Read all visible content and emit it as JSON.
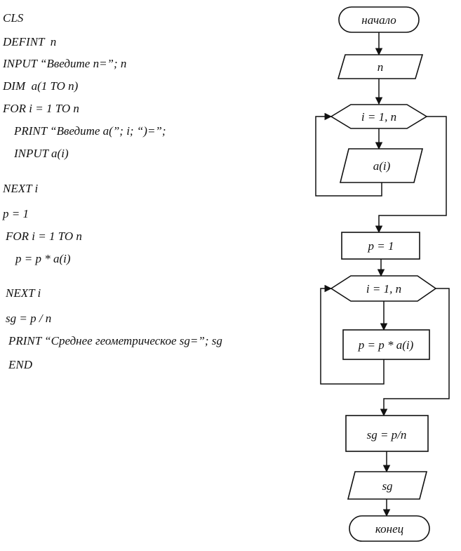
{
  "code_lines": [
    "CLS",
    "DEFINT  n",
    "INPUT “Введите n=”; n",
    "DIM  a(1 TO n)",
    "FOR i = 1 TO n",
    "PRINT “Введите a(”; i; “)=”;",
    "INPUT a(i)",
    "NEXT i",
    "p = 1",
    "FOR i = 1 TO n",
    "p = p * a(i)",
    "NEXT i",
    "sg = p / n",
    "PRINT “Среднее геометрическое sg=”; sg",
    "END"
  ],
  "flowchart": {
    "start": "начало",
    "input_n": "n",
    "loop1_header": "i = 1, n",
    "loop1_body": "a(i)",
    "assign_p": "p = 1",
    "loop2_header": "i = 1, n",
    "loop2_body": "p = p * a(i)",
    "compute_sg": "sg = p/n",
    "output_sg": "sg",
    "end": "конец"
  }
}
